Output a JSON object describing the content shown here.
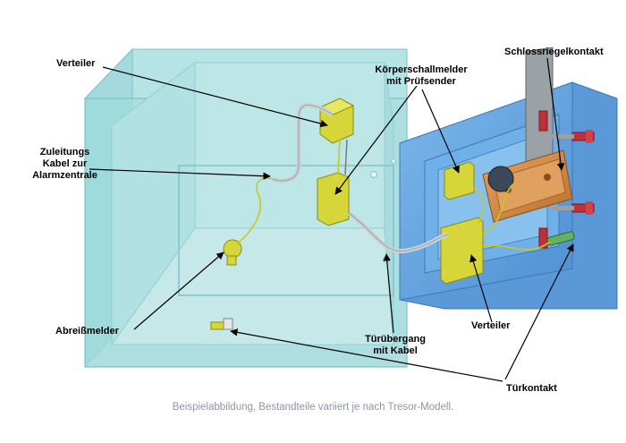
{
  "labels": {
    "verteiler_top": "Verteiler",
    "zuleitung_line1": "Zuleitungs",
    "zuleitung_line2": "Kabel zur",
    "zuleitung_line3": "Alarmzentrale",
    "abreissmelder": "Abreißmelder",
    "koerperschall_line1": "Körperschallmelder",
    "koerperschall_line2": "mit Prüfsender",
    "schlossriegel": "Schlossriegelkontakt",
    "verteiler_door": "Verteiler",
    "tueruebergang_line1": "Türübergang",
    "tueruebergang_line2": "mit Kabel",
    "tuerkontakt": "Türkontakt"
  },
  "caption": "Beispielabbildung, Bestandteile variiert je nach Tresor-Modell.",
  "colors": {
    "safe_body": "#9fd9dc",
    "safe_edge": "#7bc4c9",
    "door": "#6aa8e0",
    "door_dark": "#4b86c8",
    "component_yellow": "#d6d63a",
    "lock_plate": "#d08a3e",
    "bolt_red": "#c0303a",
    "cable": "#c9d3d6"
  }
}
